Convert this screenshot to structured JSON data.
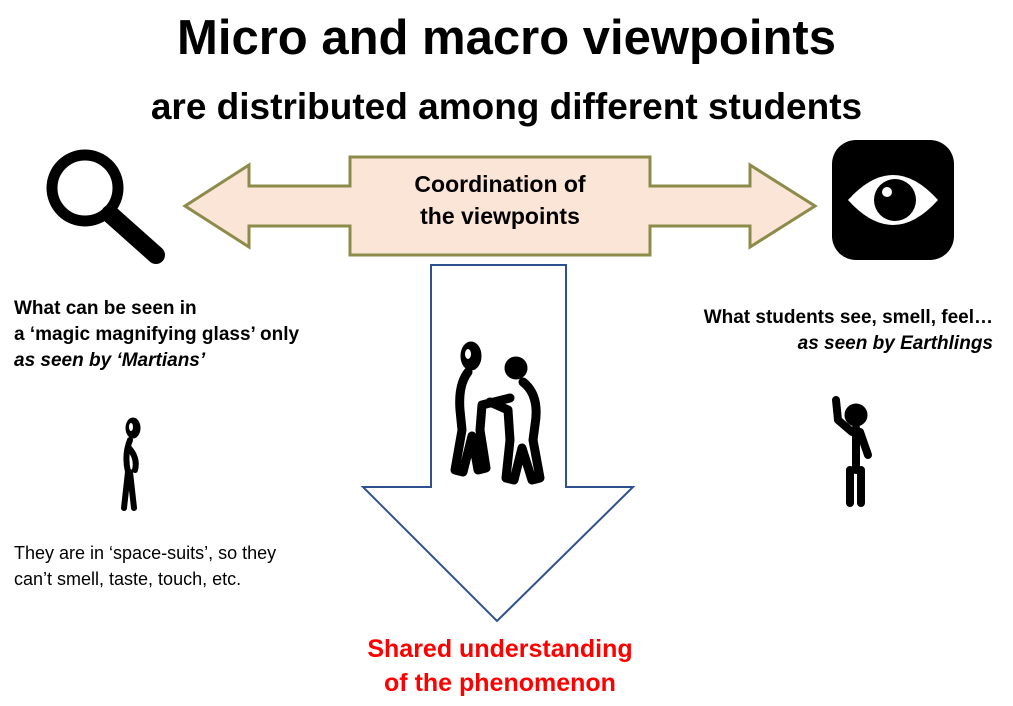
{
  "title": {
    "line1": "Micro and macro viewpoints",
    "line2": "are distributed among different students"
  },
  "coordination": {
    "line1": "Coordination of",
    "line2": "the viewpoints"
  },
  "left_panel": {
    "heading_line1": "What can be seen in",
    "heading_line2": "a ‘magic magnifying glass’ only",
    "heading_line3": "as seen by ‘Martians’",
    "note_line1": "They are in ‘space-suits’, so they",
    "note_line2": "can’t smell, taste, touch, etc."
  },
  "right_panel": {
    "heading_line1": "What students see, smell, feel…",
    "heading_line2": "as seen by Earthlings"
  },
  "result": {
    "line1": "Shared understanding",
    "line2": "of the phenomenon"
  },
  "colors": {
    "arrow_fill": "#fbe5d6",
    "arrow_stroke": "#8c8c4a",
    "down_arrow_stroke": "#2f528f",
    "result_text": "#ff0000"
  },
  "icons": {
    "left": "magnifying-glass-icon",
    "right": "eye-icon",
    "center": "handshake-figures-icon",
    "martian": "alien-figure-icon",
    "earthling": "waving-person-icon"
  }
}
